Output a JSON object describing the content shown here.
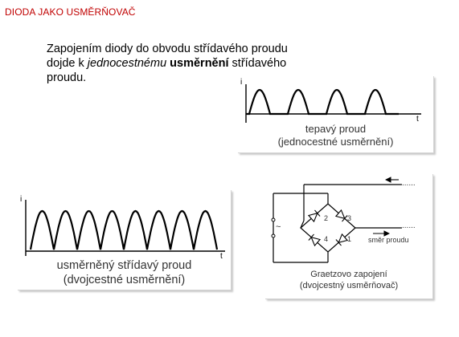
{
  "header": {
    "title": "DIODA JAKO USMĚRŇOVAČ"
  },
  "intro": {
    "part1": "Zapojením diody do obvodu střídavého proudu dojde k ",
    "emphasis": "jednocestnému",
    "space": " ",
    "strong": "usměrnění",
    "part2": " střídavého proudu."
  },
  "half_wave": {
    "y_axis": "i",
    "x_axis": "t",
    "caption_line1": "tepavý proud",
    "caption_line2": "(jednocestné usměrnění)"
  },
  "full_wave": {
    "y_axis": "i",
    "x_axis": "t",
    "caption_line1": "usměrněný střídavý proud",
    "caption_line2": "(dvojcestné usměrnění)"
  },
  "bridge": {
    "caption_line1": "Graetzovo zapojení",
    "caption_line2": "(dvojcestný usměrňovač)",
    "direction_label": "směr proudu",
    "ac_symbol": "~",
    "diode_labels": [
      "1",
      "2",
      "3",
      "4"
    ],
    "dots_top": "......",
    "dots_right": "......"
  }
}
